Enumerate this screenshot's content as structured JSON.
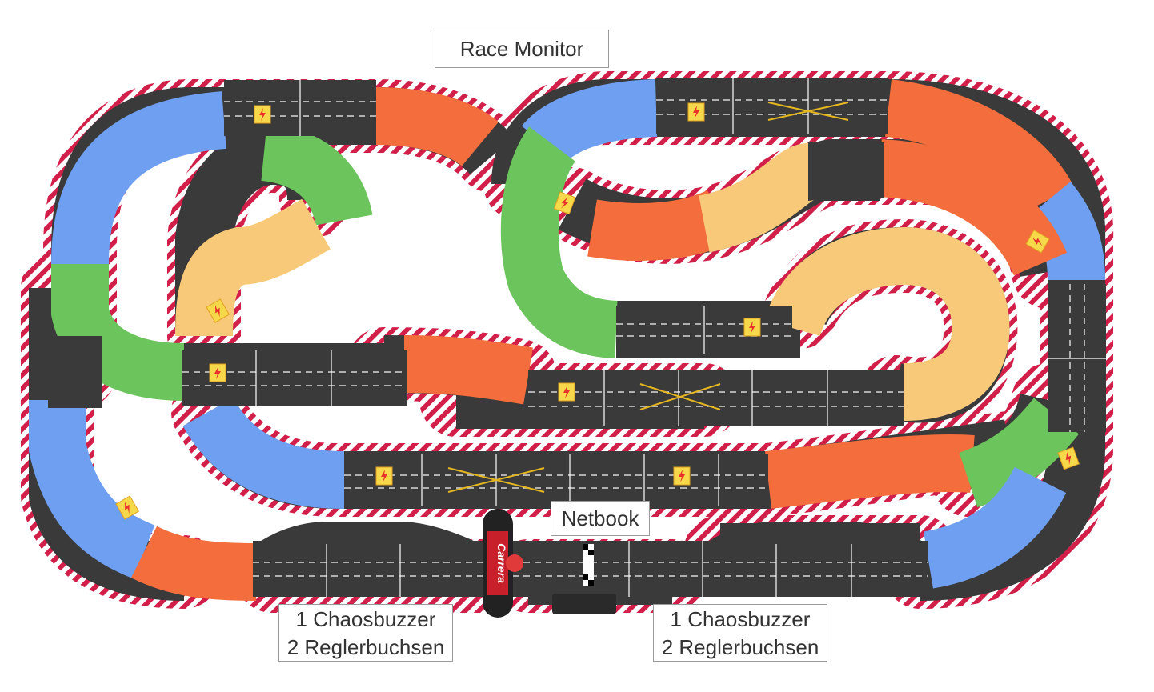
{
  "labels": {
    "race_monitor": "Race Monitor",
    "netbook": "Netbook",
    "left_station": {
      "line1": "1 Chaosbuzzer",
      "line2": "2 Reglerbuchsen"
    },
    "right_station": {
      "line1": "1 Chaosbuzzer",
      "line2": "2 Reglerbuchsen"
    }
  },
  "logo_text": "Carrera",
  "colors": {
    "asphalt": "#3a3a3a",
    "blue": "#6f9ff0",
    "green": "#6cc45c",
    "orange": "#f46d3c",
    "yellow": "#f9c97a",
    "curb_red": "#d11f4a",
    "lane_line": "#ffffff",
    "hazard": "#f6d84a",
    "hazard_bolt": "#e8322b"
  },
  "icons": [
    "lightning-hazard-icon",
    "carrera-logo",
    "start-finish-flag-icon"
  ]
}
